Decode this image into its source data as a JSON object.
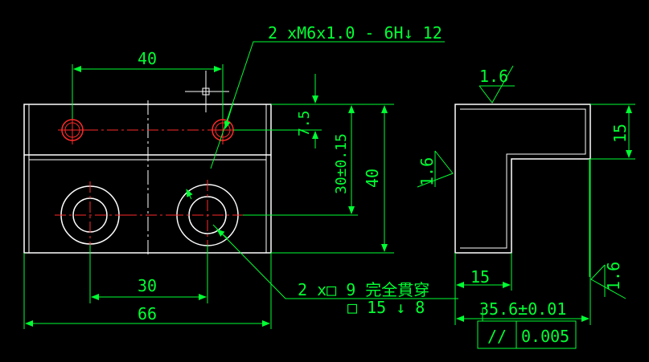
{
  "colors": {
    "background": "#000000",
    "outline": "#ffffff",
    "dimension": "#00ff33",
    "center": "#ff2a2a"
  },
  "labels": {
    "thread_note": "2 xM6x1.0 - 6H↓ 12",
    "hole_note_line1": "2 x□ 9 完全貫穿",
    "hole_note_line2": "□ 15 ↓ 8",
    "dim_40_top": "40",
    "dim_7_5": "7.5",
    "dim_30_tol": "30±0.15",
    "dim_40_right": "40",
    "dim_30_bottom": "30",
    "dim_66": "66",
    "rough_top": "1.6",
    "rough_left": "1.6",
    "rough_right": "1.6",
    "dim_15_right": "15",
    "dim_15_bottom": "15",
    "dim_35_6": "35.6±0.01",
    "parallel_symbol": "//",
    "parallel_tol": "0.005"
  }
}
